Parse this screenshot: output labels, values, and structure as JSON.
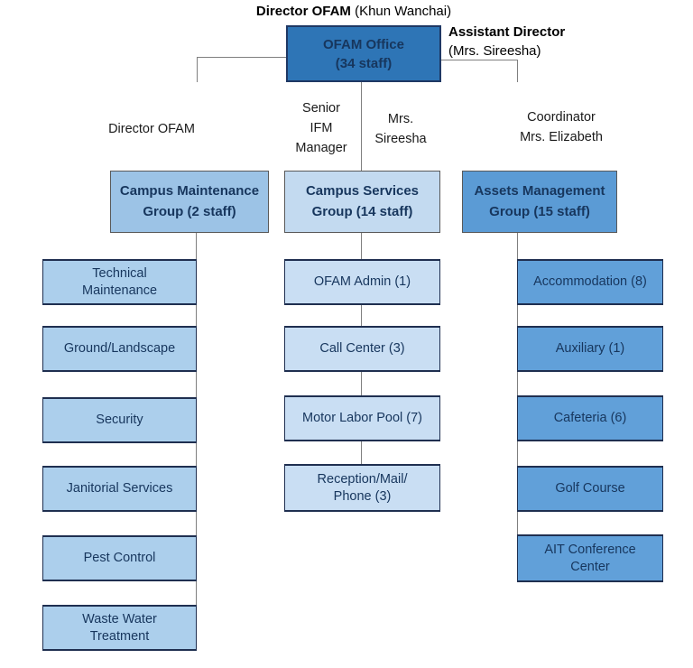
{
  "title": {
    "role": "Director OFAM",
    "person": "(Khun Wanchai)"
  },
  "root_box": {
    "label": "OFAM Office\n(34 staff)"
  },
  "assistant": {
    "role": "Assistant Director",
    "person": "(Mrs. Sireesha)"
  },
  "role_labels": {
    "director": "Director OFAM",
    "senior_ifm": "Senior\nIFM\nManager",
    "mrs_sireesha": "Mrs.\nSireesha",
    "coordinator": "Coordinator\nMrs. Elizabeth"
  },
  "columns": [
    {
      "header": "Campus Maintenance\nGroup (2 staff)",
      "items": [
        "Technical\nMaintenance",
        "Ground/Landscape",
        "Security",
        "Janitorial Services",
        "Pest Control",
        "Waste Water\nTreatment"
      ]
    },
    {
      "header": "Campus Services\nGroup (14 staff)",
      "items": [
        "OFAM Admin (1)",
        "Call Center (3)",
        "Motor Labor Pool (7)",
        "Reception/Mail/\nPhone (3)"
      ]
    },
    {
      "header": "Assets Management\nGroup (15 staff)",
      "items": [
        "Accommodation (8)",
        "Auxiliary (1)",
        "Cafeteria (6)",
        "Golf Course",
        "AIT Conference\nCenter"
      ]
    }
  ],
  "colors": {
    "root_fill": "#2E75B6",
    "root_border": "#1F3864",
    "box_text": "#17365D",
    "header_fill_left": "#9CC3E6",
    "header_fill_center": "#C3DAF0",
    "header_fill_right": "#5B9BD5",
    "item_fill_left": "#ACCFEC",
    "item_fill_center": "#C9DEF3",
    "item_fill_right": "#61A0D9",
    "item_border": "#1F2F50",
    "header_border": "#595959",
    "connector": "#7F7F7F",
    "label_text": "#1A1A1A"
  }
}
